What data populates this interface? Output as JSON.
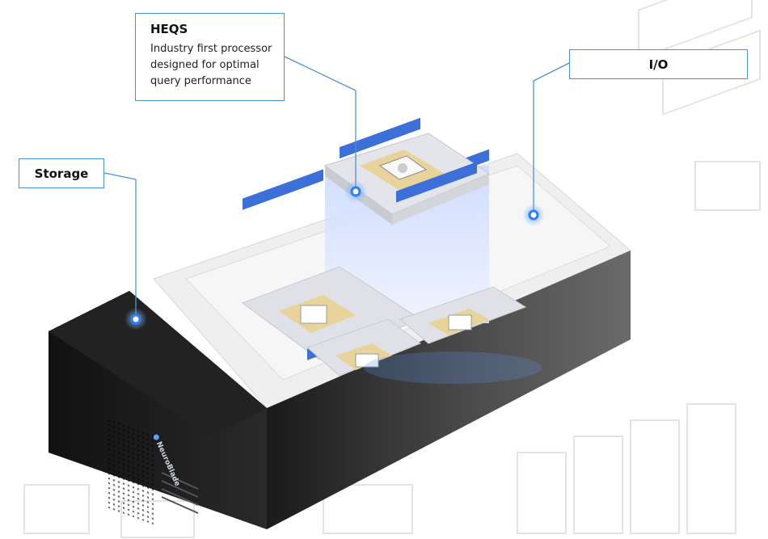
{
  "callouts": {
    "heqs": {
      "title": "HEQS",
      "description_lines": [
        "Industry first processor",
        "designed for optimal",
        "query performance"
      ]
    },
    "io": {
      "title": "I/O"
    },
    "storage": {
      "title": "Storage"
    }
  },
  "brand": {
    "logo_text": "NeuroBlade"
  },
  "colors": {
    "accent": "#2f7ef5",
    "callout_border": "#4a90d9",
    "chassis": "#2b2b2b",
    "memory_module": "#3d6fd8",
    "chip_gold": "#e8d39a"
  },
  "icons": {
    "hotspot": "glowing-blue-dot",
    "logo": "neuroblade-logo"
  }
}
